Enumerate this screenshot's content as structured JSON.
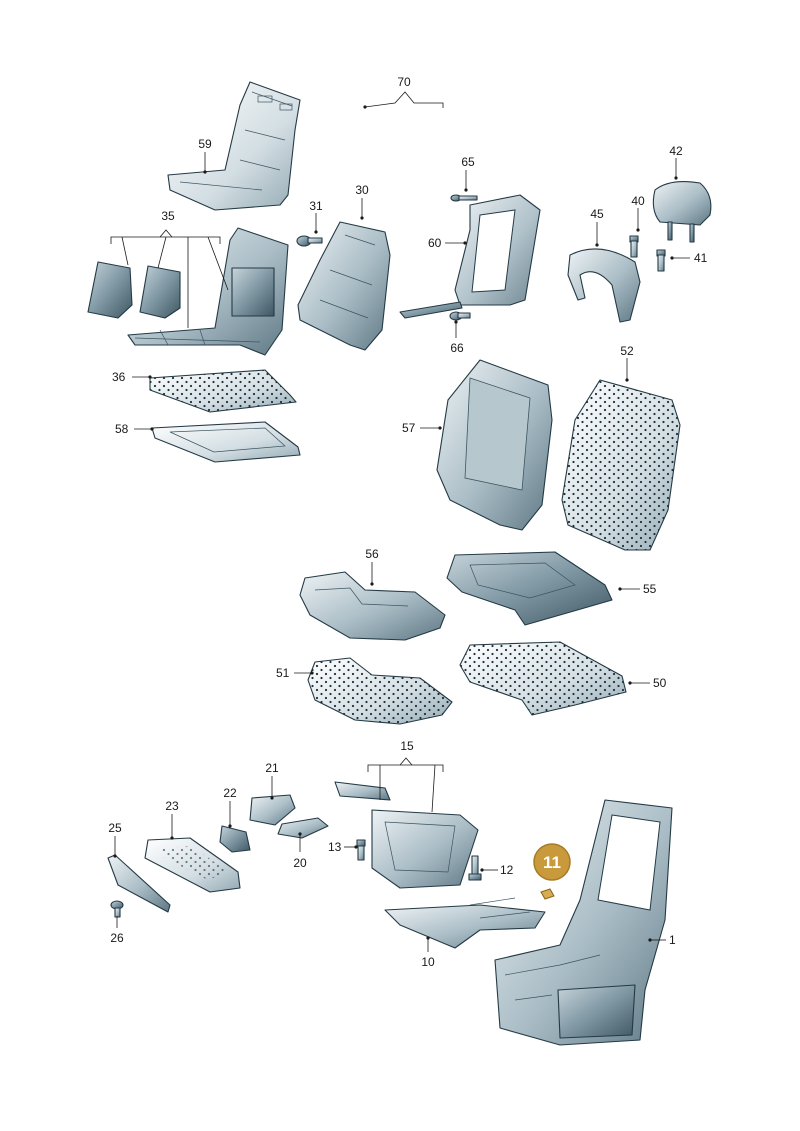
{
  "parts": [
    {
      "id": "p1",
      "label": "1"
    },
    {
      "id": "p10",
      "label": "10"
    },
    {
      "id": "p11",
      "label": "11"
    },
    {
      "id": "p12",
      "label": "12"
    },
    {
      "id": "p13",
      "label": "13"
    },
    {
      "id": "p15",
      "label": "15"
    },
    {
      "id": "p20",
      "label": "20"
    },
    {
      "id": "p21",
      "label": "21"
    },
    {
      "id": "p22",
      "label": "22"
    },
    {
      "id": "p23",
      "label": "23"
    },
    {
      "id": "p25",
      "label": "25"
    },
    {
      "id": "p26",
      "label": "26"
    },
    {
      "id": "p30",
      "label": "30"
    },
    {
      "id": "p31",
      "label": "31"
    },
    {
      "id": "p35",
      "label": "35"
    },
    {
      "id": "p36",
      "label": "36"
    },
    {
      "id": "p40",
      "label": "40"
    },
    {
      "id": "p41",
      "label": "41"
    },
    {
      "id": "p42",
      "label": "42"
    },
    {
      "id": "p45",
      "label": "45"
    },
    {
      "id": "p50",
      "label": "50"
    },
    {
      "id": "p51",
      "label": "51"
    },
    {
      "id": "p52",
      "label": "52"
    },
    {
      "id": "p55",
      "label": "55"
    },
    {
      "id": "p56",
      "label": "56"
    },
    {
      "id": "p57",
      "label": "57"
    },
    {
      "id": "p58",
      "label": "58"
    },
    {
      "id": "p59",
      "label": "59"
    },
    {
      "id": "p60",
      "label": "60"
    },
    {
      "id": "p65",
      "label": "65"
    },
    {
      "id": "p66",
      "label": "66"
    },
    {
      "id": "p70",
      "label": "70"
    }
  ],
  "highlight": {
    "label": "11",
    "color": "#c99a3c"
  }
}
